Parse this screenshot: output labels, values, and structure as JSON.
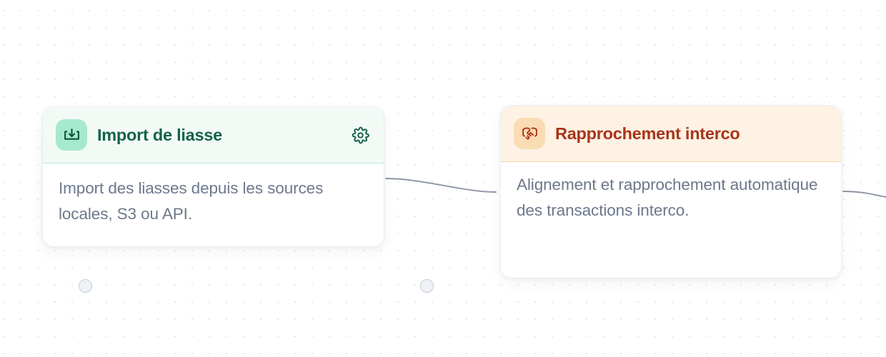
{
  "canvas": {
    "background_color": "#ffffff",
    "dot_color": "#e3e8f0",
    "dot_spacing": "24px",
    "type": "node-graph-editor"
  },
  "nodes": [
    {
      "id": "import-de-liasse",
      "title": "Import de liasse",
      "description": "Import des liasses depuis les sources locales, S3 ou API.",
      "icon": "download-tray-icon",
      "accent_color": "#14634a",
      "icon_bg_color": "#a5ead0",
      "header_bg_color": "#f3faf6",
      "header_border_color": "#bfe9d3",
      "has_settings_button": true,
      "settings_icon": "gear-icon"
    },
    {
      "id": "rapprochement-interco",
      "title": "Rapprochement interco",
      "description": "Alignement et rapprochement automatique des transactions interco.",
      "icon": "handshake-icon",
      "accent_color": "#a8341a",
      "icon_bg_color": "#fadcb4",
      "header_bg_color": "#fdf2e4",
      "header_border_color": "#f6d7ab",
      "has_settings_button": false
    }
  ],
  "handles": [
    {
      "id": "import-target",
      "node": "import-de-liasse",
      "side": "left"
    },
    {
      "id": "import-source",
      "node": "import-de-liasse",
      "side": "right"
    },
    {
      "id": "recon-target",
      "node": "rapprochement-interco",
      "side": "left"
    },
    {
      "id": "recon-source",
      "node": "rapprochement-interco",
      "side": "right"
    }
  ],
  "edges": [
    {
      "id": "edge-import-to-recon",
      "from": "import-source",
      "to": "recon-target",
      "color": "#8d95a5"
    },
    {
      "id": "edge-recon-outgoing",
      "from": "recon-source",
      "to": "offscreen-right",
      "color": "#8d95a5"
    }
  ]
}
